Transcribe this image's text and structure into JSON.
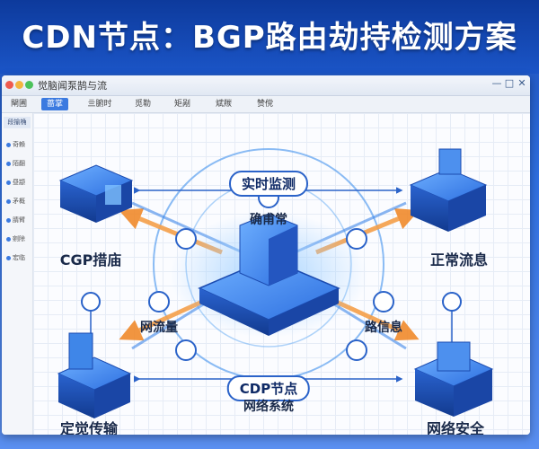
{
  "banner": {
    "title": "CDN节点：BGP路由劫持检测方案"
  },
  "window": {
    "title": "觉脑闻泵鹄与流",
    "controls": [
      "—",
      "□",
      "✕"
    ]
  },
  "tabs": [
    "閘圃",
    "蔷掌",
    "亖腑时",
    "觅勒",
    "矩剐",
    "斌羰",
    "赞傥"
  ],
  "active_tab": 1,
  "sidebar": {
    "header": "段揄桷",
    "items": [
      "奇賴",
      "陌翻",
      "昼颛",
      "矛概",
      "腈臂",
      "剜除",
      "宏临"
    ]
  },
  "diagram": {
    "labels": {
      "top_pill": "实时监测",
      "top_center": "确甫常",
      "bottom_pill": "CDP节点",
      "bottom_center": "网络系统",
      "left_mid": "网流量",
      "right_mid": "路信息",
      "node_tl": "CGP措庙",
      "node_tr": "正常流息",
      "node_bl": "定觉传输",
      "node_br": "网络安全"
    },
    "colors": {
      "accent": "#2b63c9",
      "arrow": "#f5a04a",
      "ring": "#5aa0f0",
      "node_top": "#3f86e8",
      "node_side": "#1b4bb0"
    }
  }
}
